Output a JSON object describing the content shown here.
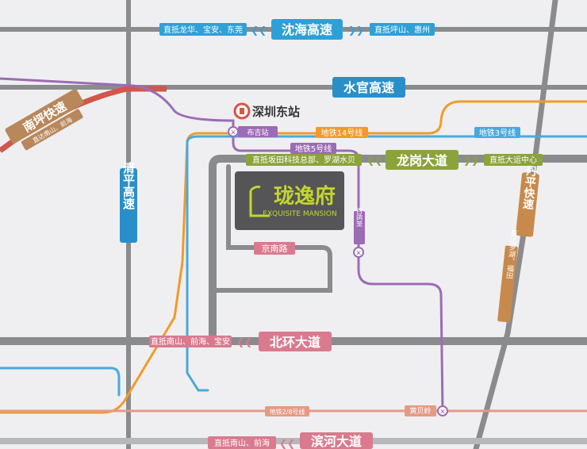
{
  "colors": {
    "background": "#efeff1",
    "road_gray": "#8a8b8d",
    "road_gray_light": "#b7b8ba",
    "line5_purple": "#9c6bb5",
    "line14_orange": "#f39a2a",
    "line3_blue": "#4aa9dc",
    "line2_8_salmon": "#e69a84",
    "red_highway": "#d2564a",
    "shenhai_blue": "#2ea0d8",
    "shuiguan_blue": "#2a8fc9",
    "longgang_green": "#8ba33b",
    "beihuan_pink": "#d97a8e",
    "binhe_pink": "#d97a8e",
    "danping_brown": "#c78a4c",
    "nanping_brown": "#b8875a",
    "qingping_blue": "#2a8fc9",
    "project_block": "#555558",
    "project_text": "#c4d62a"
  },
  "highways": {
    "shenhai": {
      "name": "沈海高速",
      "left": "直抵龙华、宝安、东莞",
      "right": "直抵坪山、惠州"
    },
    "shuiguan": {
      "name": "水官高速"
    },
    "longgang": {
      "name": "龙岗大道",
      "left": "直抵坂田科技总部、罗湖水贝",
      "right": "直抵大运中心"
    },
    "beihuan": {
      "name": "北环大道",
      "left": "直抵南山、前海、宝安"
    },
    "binhe": {
      "name": "滨河大道",
      "left": "直抵南山、前海"
    },
    "nanping": {
      "name": "南坪快速",
      "sub": "直达南山、前海"
    },
    "danping": {
      "name": "丹平快速",
      "sub": "直达罗湖、福田"
    },
    "qingping": {
      "name": "清平高速"
    },
    "jingnan": {
      "name": "京南路"
    }
  },
  "metro": {
    "line14": "地铁14号线",
    "line3": "地铁3号线",
    "line5": "地铁5号线",
    "line2_8": "地铁2/8号线",
    "stations": {
      "bujizhan": "布吉站",
      "baigeshan": "百鸽笼",
      "huangbeiling": "黄贝岭"
    }
  },
  "landmarks": {
    "shenzhen_east": "深圳东站"
  },
  "project": {
    "name": "珑逸府",
    "english": "EXQUISITE MANSION"
  }
}
